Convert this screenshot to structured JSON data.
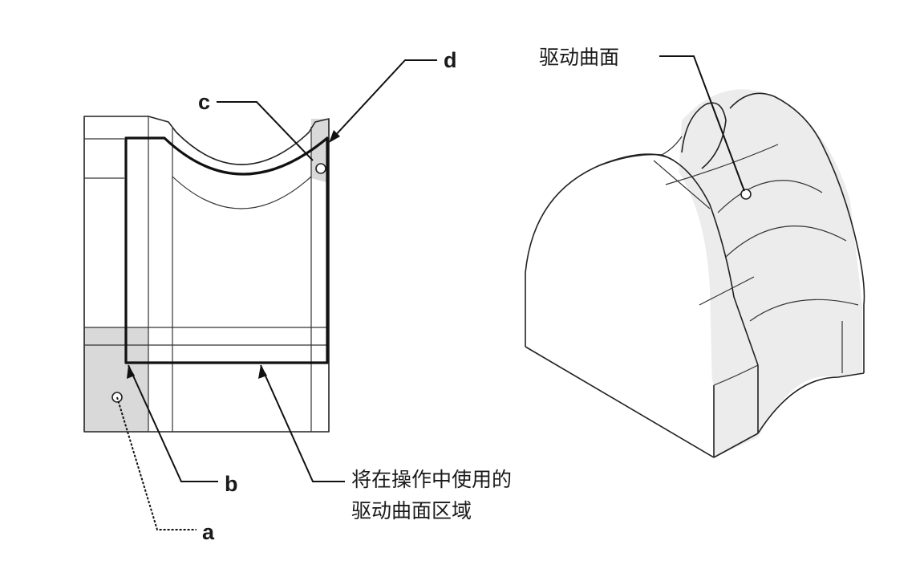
{
  "labels": {
    "a": "a",
    "b": "b",
    "c": "c",
    "d": "d",
    "region_line1": "将在操作中使用的",
    "region_line2": "驱动曲面区域",
    "drive_surface": "驱动曲面"
  },
  "colors": {
    "line": "#222222",
    "shade": "#d9d9d9",
    "background": "#ffffff"
  }
}
